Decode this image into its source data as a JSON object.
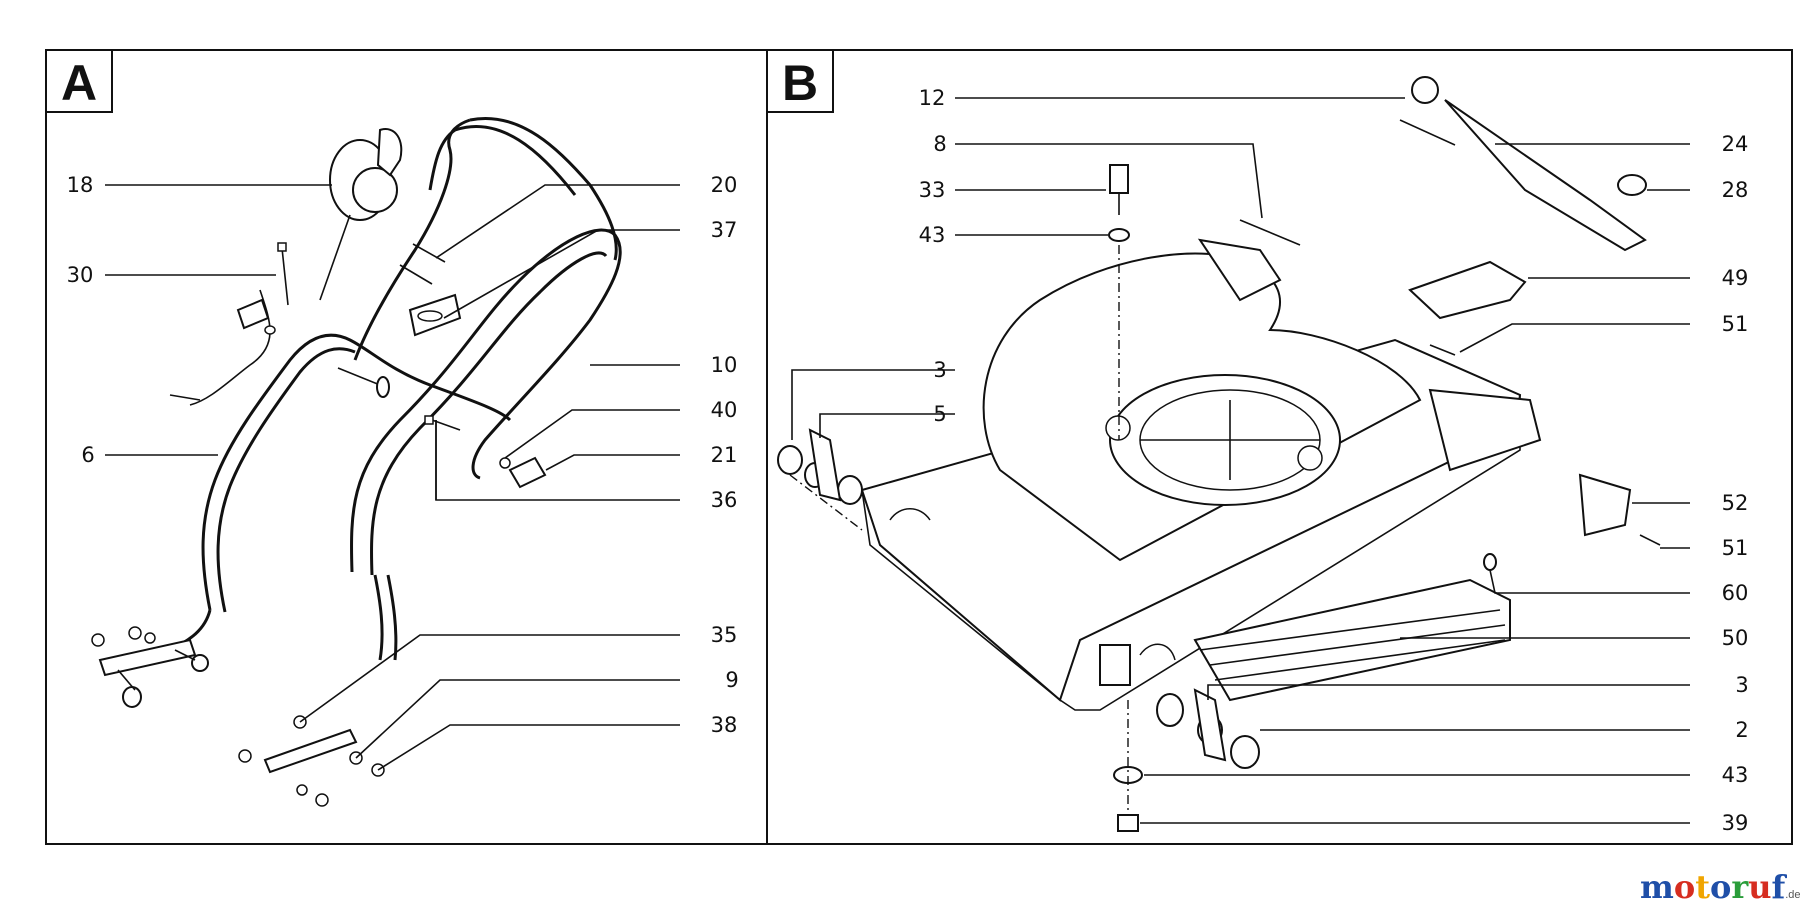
{
  "panels": [
    {
      "letter": "A",
      "callouts": [
        {
          "label": "18",
          "side": "left"
        },
        {
          "label": "30",
          "side": "left"
        },
        {
          "label": "6",
          "side": "left"
        },
        {
          "label": "20",
          "side": "right"
        },
        {
          "label": "37",
          "side": "right"
        },
        {
          "label": "10",
          "side": "right"
        },
        {
          "label": "40",
          "side": "right"
        },
        {
          "label": "21",
          "side": "right"
        },
        {
          "label": "36",
          "side": "right"
        },
        {
          "label": "35",
          "side": "right"
        },
        {
          "label": "9",
          "side": "right"
        },
        {
          "label": "38",
          "side": "right"
        }
      ]
    },
    {
      "letter": "B",
      "callouts": [
        {
          "label": "12",
          "side": "left"
        },
        {
          "label": "8",
          "side": "left"
        },
        {
          "label": "33",
          "side": "left"
        },
        {
          "label": "43",
          "side": "left"
        },
        {
          "label": "3",
          "side": "left"
        },
        {
          "label": "5",
          "side": "left"
        },
        {
          "label": "24",
          "side": "right"
        },
        {
          "label": "28",
          "side": "right"
        },
        {
          "label": "49",
          "side": "right"
        },
        {
          "label": "51",
          "side": "right"
        },
        {
          "label": "52",
          "side": "right"
        },
        {
          "label": "51",
          "side": "right"
        },
        {
          "label": "60",
          "side": "right"
        },
        {
          "label": "50",
          "side": "right"
        },
        {
          "label": "3",
          "side": "right"
        },
        {
          "label": "2",
          "side": "right"
        },
        {
          "label": "43",
          "side": "right"
        },
        {
          "label": "39",
          "side": "right"
        }
      ]
    }
  ],
  "watermark": {
    "brand": "motoruf",
    "domain": ".de",
    "colors": [
      "#1f4fa8",
      "#d62d20",
      "#f0a500",
      "#1f4fa8",
      "#2a9d3a",
      "#d62d20",
      "#1f4fa8"
    ]
  }
}
